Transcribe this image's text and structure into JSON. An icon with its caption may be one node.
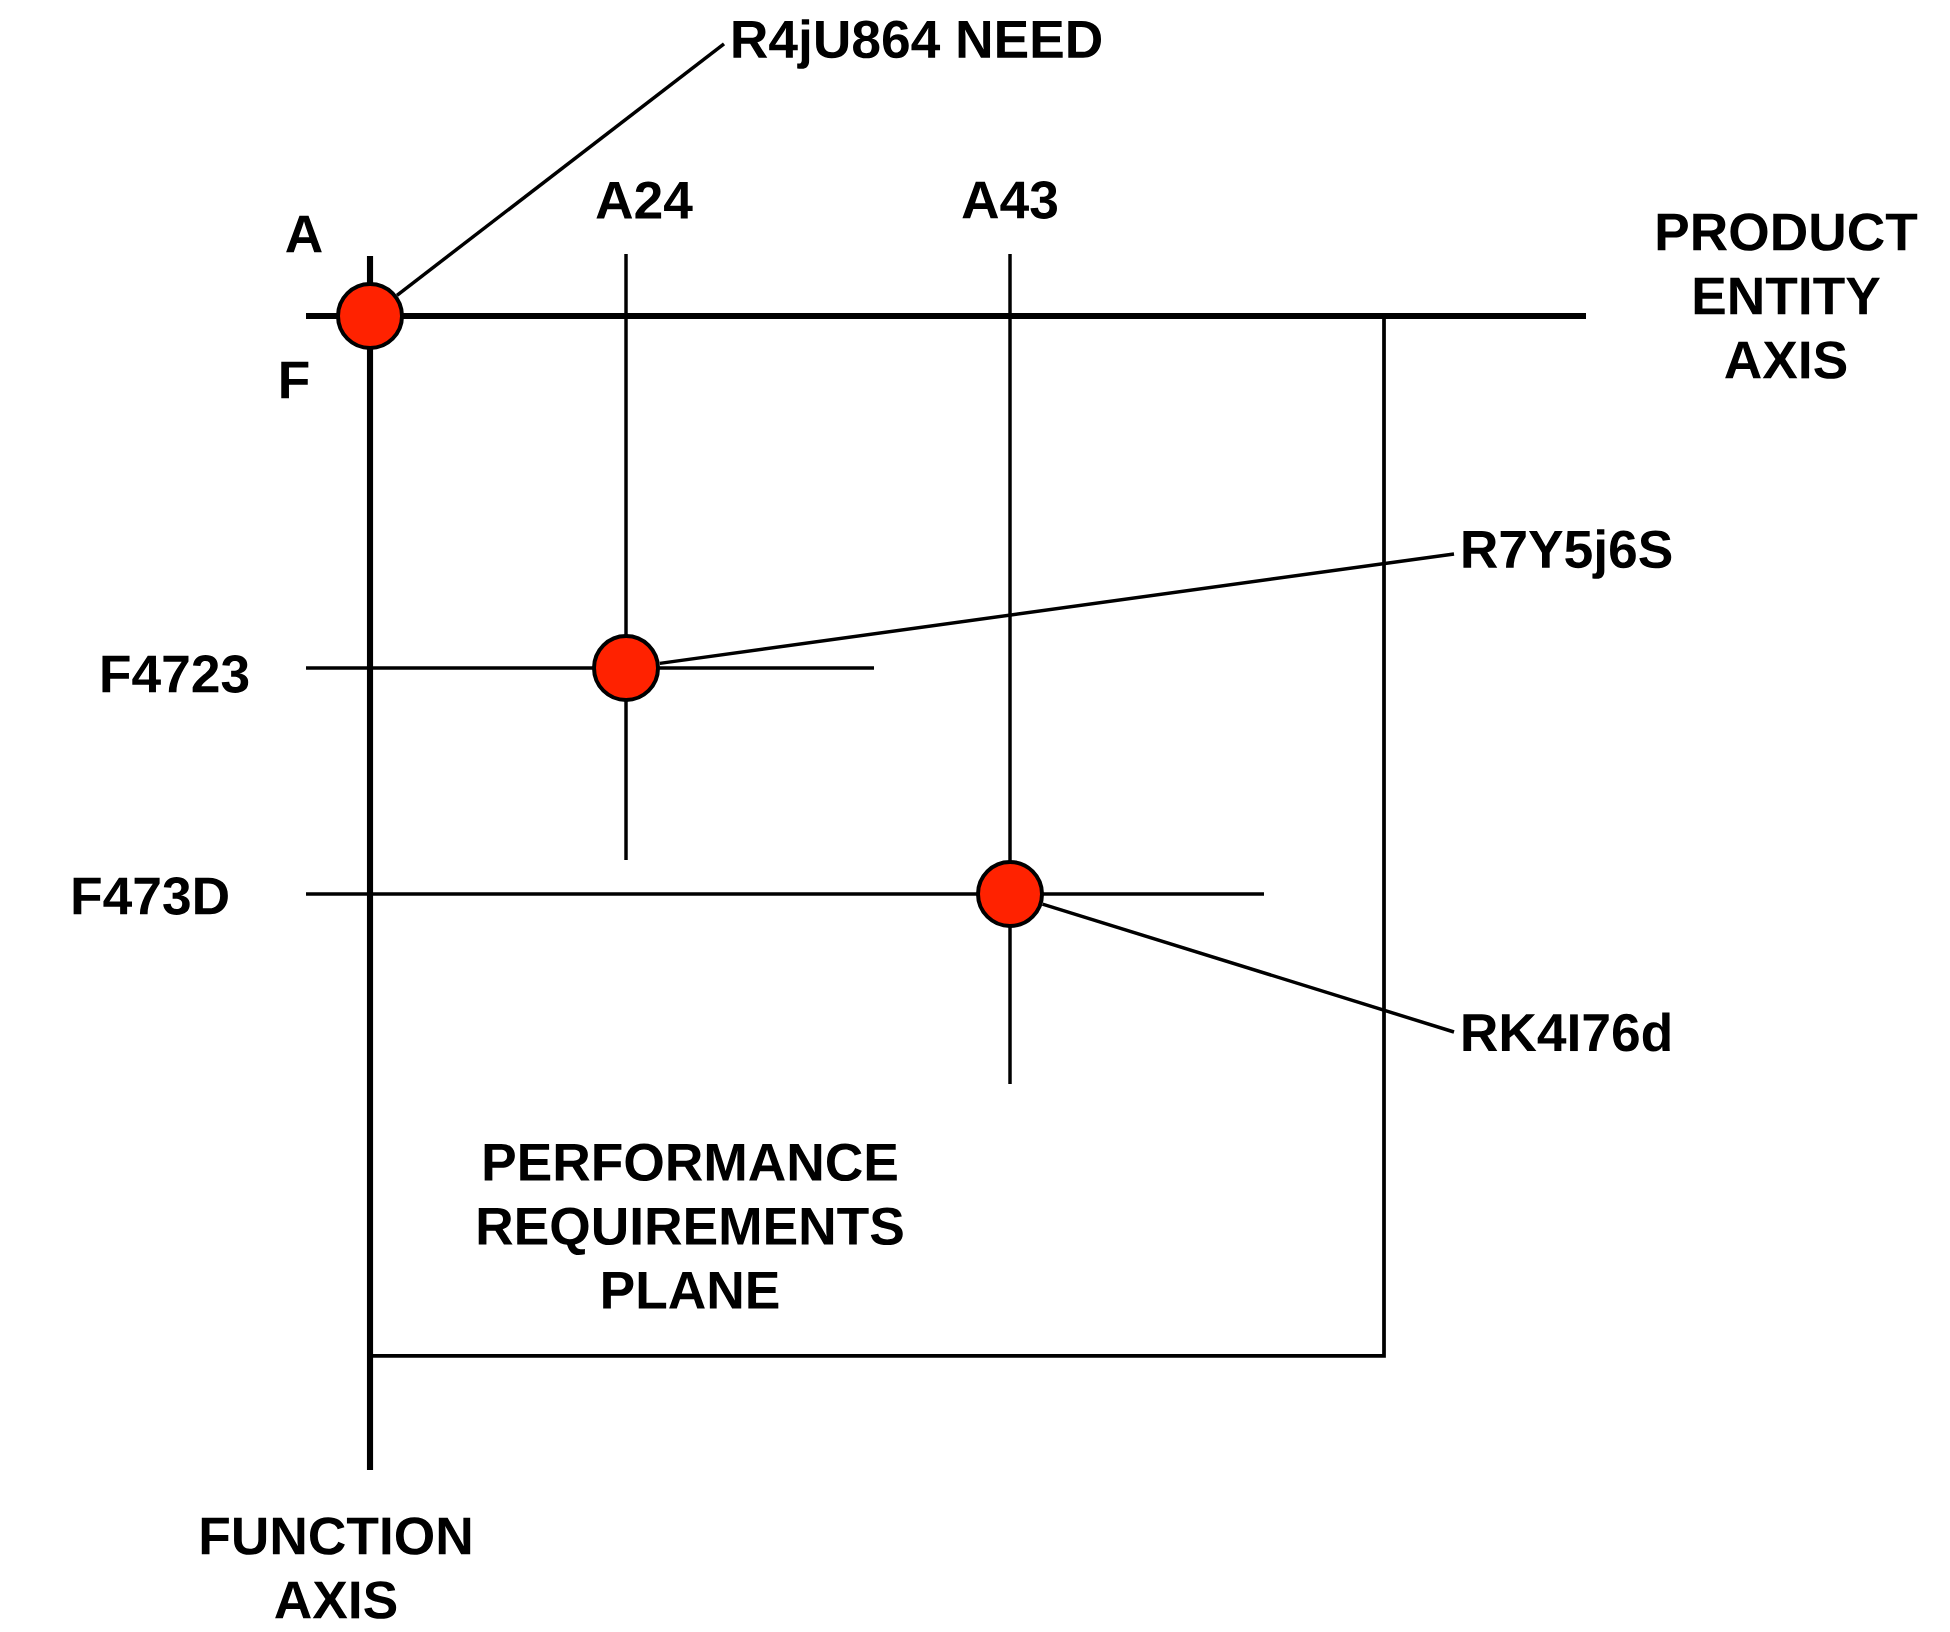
{
  "diagram": {
    "nodes": [
      {
        "text": [
          "R4jU864 NEED"
        ]
      },
      {
        "text": [],
        "shape": "circle"
      },
      {
        "text": [
          "R7Y5j6S"
        ]
      },
      {
        "text": [],
        "shape": "circle"
      },
      {
        "text": [
          "RK4I76d"
        ]
      },
      {
        "text": [],
        "shape": "circle"
      }
    ],
    "edges": [
      {
        "from": 0,
        "to": 1,
        "arrow": "none"
      },
      {
        "from": 2,
        "to": 3,
        "arrow": "none"
      },
      {
        "from": 4,
        "to": 5,
        "arrow": "none"
      }
    ],
    "labels": [
      "A",
      "A24",
      "A43",
      "PRODUCT ENTITY AXIS",
      "F",
      "F4723",
      "F473D",
      "PERFORMANCE REQUIREMENTS PLANE",
      "FUNCTION AXIS"
    ]
  }
}
